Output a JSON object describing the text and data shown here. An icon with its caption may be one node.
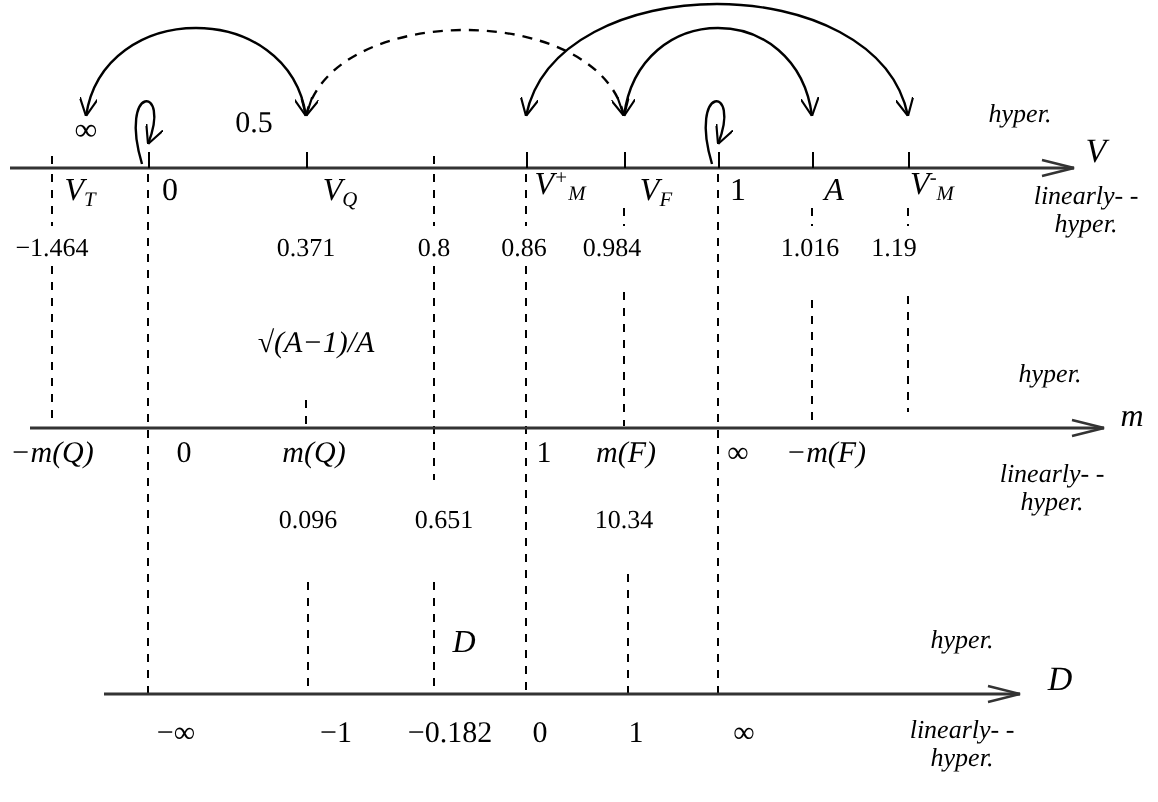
{
  "diagram": {
    "nodes": [
      {
        "text": [
          "∞"
        ]
      },
      {
        "text": [],
        "shape": "bar"
      },
      {
        "text": [],
        "shape": "bar"
      },
      {
        "text": [],
        "shape": "bar"
      },
      {
        "text": [],
        "shape": "bar"
      },
      {
        "text": [],
        "shape": "bar"
      },
      {
        "text": [],
        "shape": "bar"
      },
      {
        "text": [],
        "shape": "bar"
      }
    ],
    "edges": [
      {
        "from": 0,
        "to": 2,
        "arrow": "both"
      },
      {
        "from": 1,
        "to": 1,
        "arrow": "to"
      },
      {
        "from": 2,
        "to": 4,
        "arrow": "both",
        "style": "dashed"
      },
      {
        "from": 3,
        "to": 7,
        "arrow": "both"
      },
      {
        "from": 4,
        "to": 6,
        "arrow": "both"
      },
      {
        "from": 5,
        "to": 5,
        "arrow": "to"
      }
    ],
    "labels": [
      "0.5",
      "hyper.",
      "V",
      "V$_{T}$",
      "0",
      "V$_{Q}$",
      "V$^{+}$$_{M}$",
      "V$_{F}$",
      "1",
      "A",
      "V$^{-}$$_{M}$",
      "linearly- -hyper.",
      "−1.464",
      "0.371",
      "0.8",
      "0.86",
      "0.984",
      "1.016",
      "1.19",
      "√(A−1)/A",
      "hyper.",
      "m",
      "−m(Q)",
      "0",
      "m(Q)",
      "1",
      "m(F)",
      "∞",
      "−m(F)",
      "linearly- -hyper.",
      "0.096",
      "0.651",
      "10.34",
      "D",
      "hyper.",
      "D",
      "−∞",
      "−1",
      "−0.182",
      "0",
      "1",
      "∞",
      "linearly- -hyper."
    ]
  }
}
